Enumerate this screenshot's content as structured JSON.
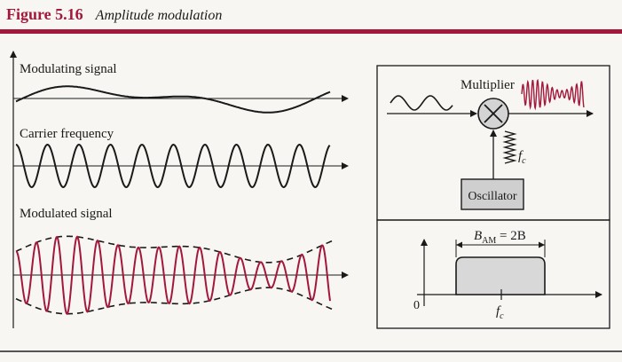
{
  "figure": {
    "number": "Figure 5.16",
    "caption": "Amplitude modulation"
  },
  "left_panel": {
    "modulating_label": "Modulating signal",
    "carrier_label": "Carrier frequency",
    "modulated_label": "Modulated signal"
  },
  "block_diagram": {
    "multiplier_label": "Multiplier",
    "fc_label": "f",
    "fc_sub": "c",
    "oscillator_label": "Oscillator"
  },
  "spectrum": {
    "bandwidth_label_b": "B",
    "bandwidth_sub": "AM",
    "bandwidth_rhs": " = 2B",
    "origin_label": "0",
    "fc_label": "f",
    "fc_sub": "c"
  },
  "colors": {
    "accent": "#a3183a",
    "ink": "#1a1a1a",
    "box_fill": "#cfcfcf",
    "spectrum_fill": "#d8d8d8"
  }
}
